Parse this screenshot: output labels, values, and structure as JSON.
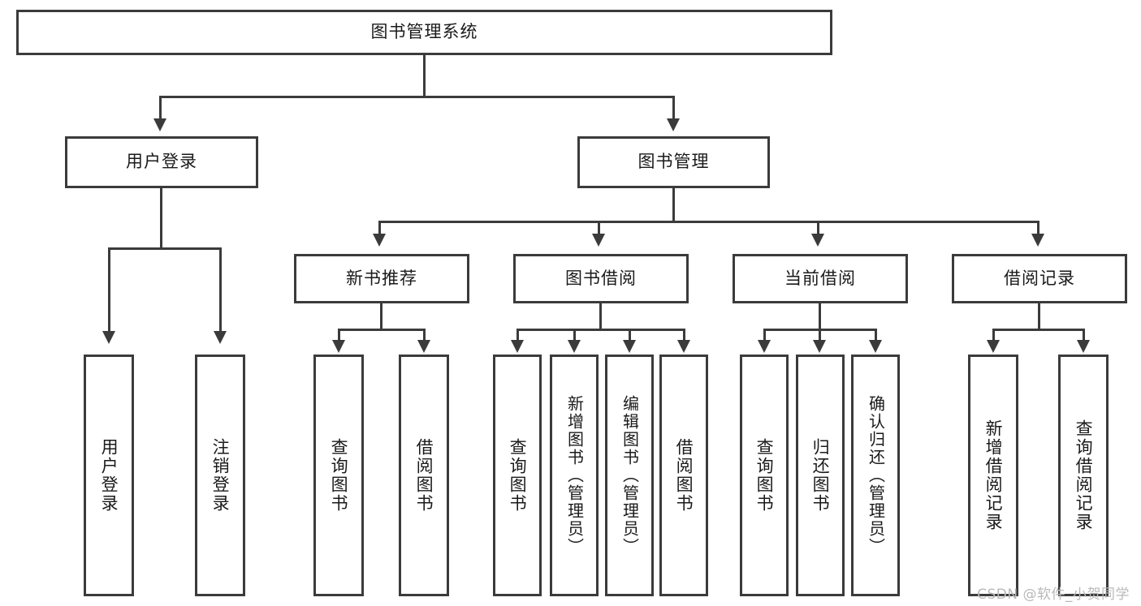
{
  "diagram": {
    "type": "tree-hierarchy-flowchart",
    "root": {
      "id": "root",
      "label": "图书管理系统"
    },
    "level2": [
      {
        "id": "user-login",
        "label": "用户登录"
      },
      {
        "id": "book-manage",
        "label": "图书管理"
      }
    ],
    "level3": [
      {
        "id": "new-book-rec",
        "label": "新书推荐",
        "parent": "book-manage"
      },
      {
        "id": "book-borrow",
        "label": "图书借阅",
        "parent": "book-manage"
      },
      {
        "id": "current-borrow",
        "label": "当前借阅",
        "parent": "book-manage"
      },
      {
        "id": "borrow-record",
        "label": "借阅记录",
        "parent": "book-manage"
      }
    ],
    "leaves": {
      "user_login": [
        {
          "id": "leaf-user-login",
          "label": "用户登录"
        },
        {
          "id": "leaf-user-logout",
          "label": "注销登录"
        }
      ],
      "new_book_rec": [
        {
          "id": "leaf-query-book-1",
          "label": "查询图书"
        },
        {
          "id": "leaf-borrow-book-1",
          "label": "借阅图书"
        }
      ],
      "book_borrow": [
        {
          "id": "leaf-query-book-2",
          "label": "查询图书"
        },
        {
          "id": "leaf-add-book",
          "label": "新增图书（管理员）"
        },
        {
          "id": "leaf-edit-book",
          "label": "编辑图书（管理员）"
        },
        {
          "id": "leaf-borrow-book-2",
          "label": "借阅图书"
        }
      ],
      "current_borrow": [
        {
          "id": "leaf-query-book-3",
          "label": "查询图书"
        },
        {
          "id": "leaf-return-book",
          "label": "归还图书"
        },
        {
          "id": "leaf-confirm-return",
          "label": "确认归还（管理员）"
        }
      ],
      "borrow_record": [
        {
          "id": "leaf-add-record",
          "label": "新增借阅记录"
        },
        {
          "id": "leaf-query-record",
          "label": "查询借阅记录"
        }
      ]
    }
  },
  "watermark": {
    "text": "CSDN @软件_小贺同学"
  },
  "colors": {
    "stroke": "#3b3b3b",
    "fill": "#ffffff",
    "text": "#1a1a1a",
    "watermark": "#b9b9b9"
  }
}
